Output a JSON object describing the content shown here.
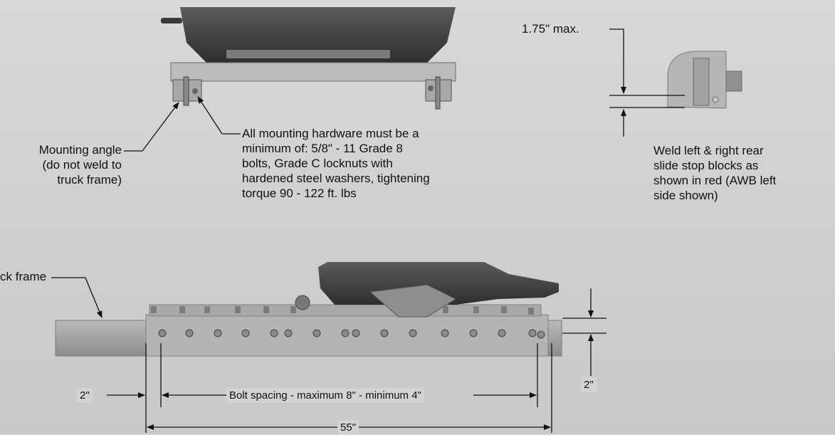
{
  "top_left": {
    "angle_label": [
      "Mounting angle",
      "(do not weld to",
      "truck frame)"
    ],
    "hardware_label": [
      "All mounting hardware must be a",
      "minimum of: 5/8\" - 11 Grade 8",
      "bolts, Grade C locknuts with",
      "hardened steel washers, tightening",
      "torque 90 - 122 ft. lbs"
    ]
  },
  "top_right": {
    "max_label": "1.75\" max.",
    "weld_label": [
      "Weld left & right rear",
      "slide stop blocks as",
      "shown in red (AWB left",
      "side shown)"
    ]
  },
  "bottom": {
    "truck_frame_label": "ck frame",
    "dim_2_left": "2\"",
    "bolt_spacing": "Bolt spacing - maximum 8\" - minimum 4\"",
    "dim_55": "55\"",
    "dim_2_right": "2\""
  },
  "colors": {
    "background": "#d3d3d3",
    "line": "#111111",
    "metal_dark": "#4a4a4a",
    "rail": "#9a9a9a"
  }
}
